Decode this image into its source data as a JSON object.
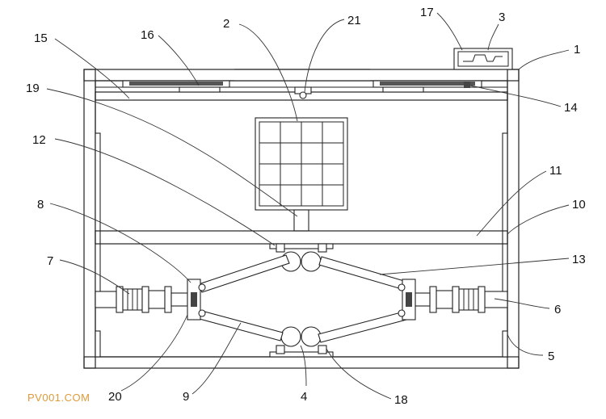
{
  "labels": {
    "l1": "1",
    "l2": "2",
    "l3": "3",
    "l4": "4",
    "l5": "5",
    "l6": "6",
    "l7": "7",
    "l8": "8",
    "l9": "9",
    "l10": "10",
    "l11": "11",
    "l12": "12",
    "l13": "13",
    "l14": "14",
    "l15": "15",
    "l16": "16",
    "l17": "17",
    "l18": "18",
    "l19": "19",
    "l20": "20",
    "l21": "21"
  },
  "watermark": "PV001.COM"
}
